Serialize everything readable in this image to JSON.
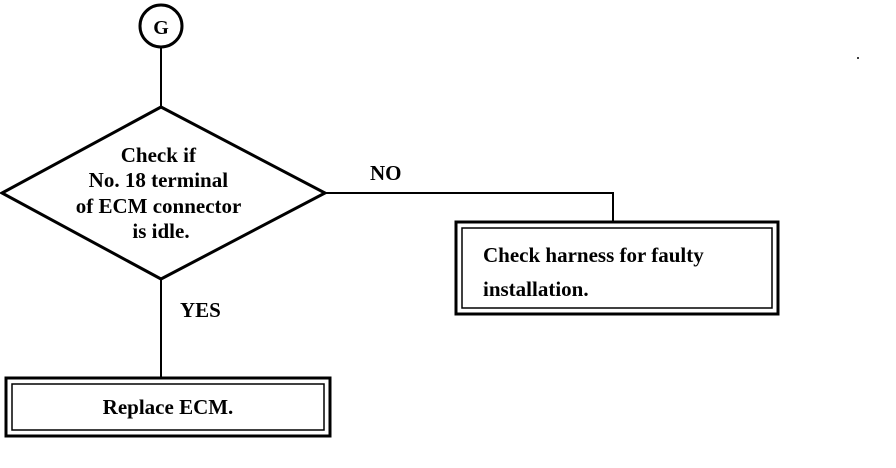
{
  "connector": {
    "label": "G"
  },
  "decision": {
    "lines": [
      "Check if",
      "No. 18 terminal",
      "of ECM connector",
      "is idle."
    ]
  },
  "branches": {
    "no_label": "NO",
    "yes_label": "YES"
  },
  "no_action": {
    "lines": [
      "Check harness for faulty",
      "installation."
    ]
  },
  "yes_action": {
    "label": "Replace ECM."
  },
  "colors": {
    "ink": "#000000",
    "background": "#ffffff"
  }
}
